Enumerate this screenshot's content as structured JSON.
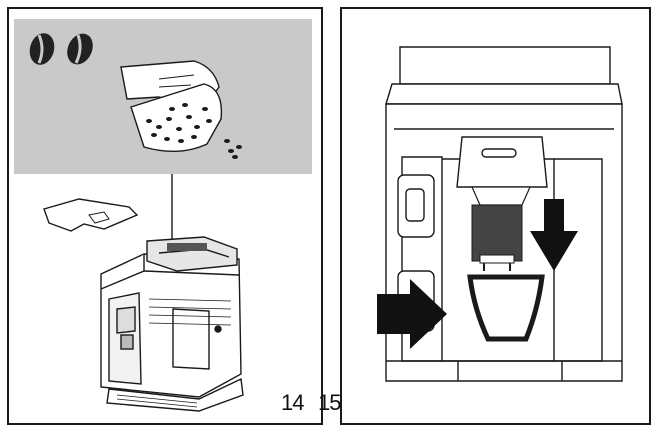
{
  "figures": {
    "left_number": "14",
    "right_number": "15"
  },
  "illustrations": {
    "left": "coffee-machine-fill-bean-container",
    "right": "brew-unit-insert-and-cup"
  },
  "colors": {
    "line": "#1a1a1a",
    "inset_bg": "#c9c9c9",
    "arrow": "#111111"
  }
}
